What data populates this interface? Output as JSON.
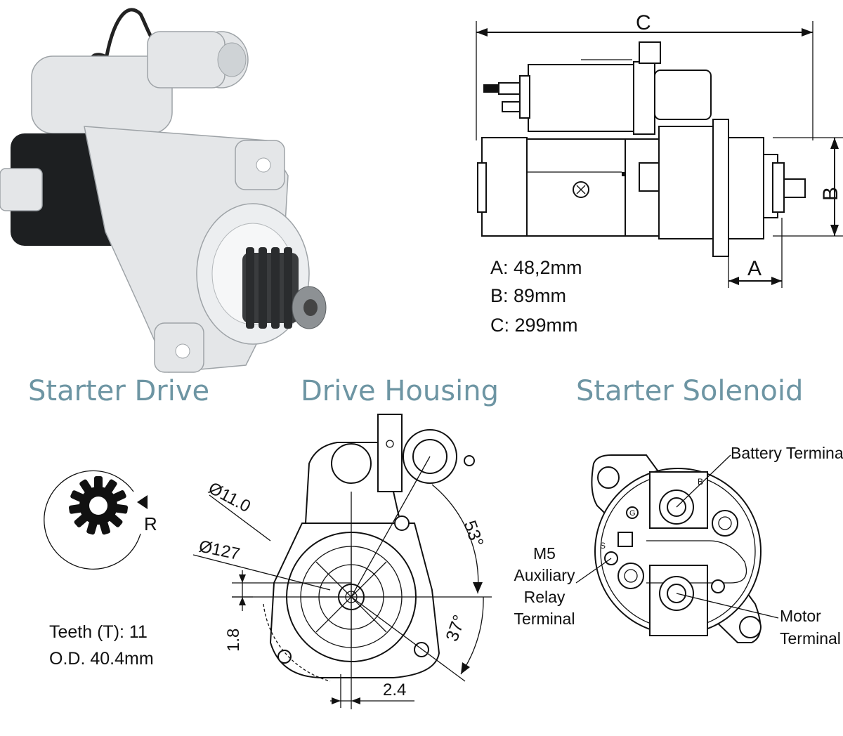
{
  "dimensions": {
    "label_c": "C",
    "label_b": "B",
    "label_a": "A",
    "line_a": "A: 48,2mm",
    "line_b": "B: 89mm",
    "line_c": "C: 299mm"
  },
  "sections": {
    "drive": "Starter Drive",
    "housing": "Drive Housing",
    "solenoid": "Starter Solenoid"
  },
  "drive": {
    "rotation": "R",
    "teeth": "Teeth (T):  11",
    "od": "O.D. 40.4mm"
  },
  "housing": {
    "d1": "Ø11.0",
    "d2": "Ø127",
    "angle1": "53°",
    "angle2": "37°",
    "dim1": "1.8",
    "dim2": "2.4"
  },
  "solenoid": {
    "battery": "Battery Terminal",
    "aux_1": "M5",
    "aux_2": "Auxiliary",
    "aux_3": "Relay",
    "aux_4": "Terminal",
    "motor_1": "Motor",
    "motor_2": "Terminal",
    "mark_b": "B",
    "mark_s": "S",
    "mark_g": "G"
  },
  "colors": {
    "section_heading": "#6d95a3",
    "line": "#111111"
  }
}
